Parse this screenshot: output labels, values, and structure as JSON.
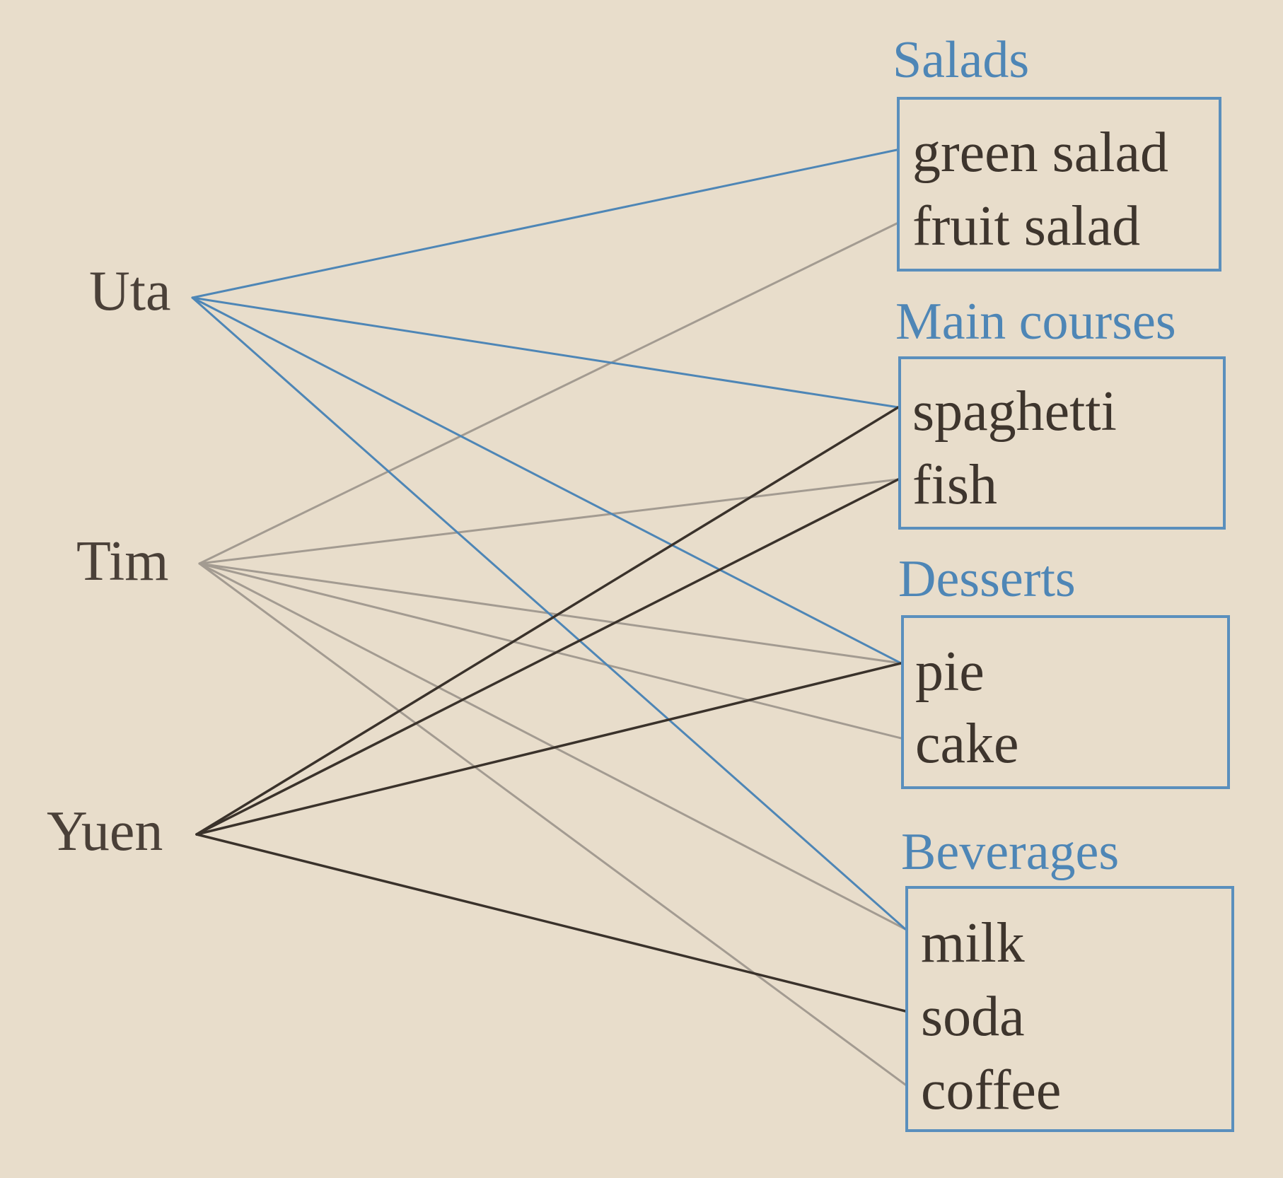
{
  "colors": {
    "background": "#e8ddcb",
    "uta_edges": "#4e86b6",
    "tim_edges": "#a39b91",
    "yuen_edges": "#3a322b",
    "category_text": "#4e86b6",
    "box_border": "#5a8fbd"
  },
  "people": [
    {
      "id": "uta",
      "label": "Uta"
    },
    {
      "id": "tim",
      "label": "Tim"
    },
    {
      "id": "yuen",
      "label": "Yuen"
    }
  ],
  "categories": [
    {
      "id": "salads",
      "title": "Salads",
      "items": [
        {
          "id": "green-salad",
          "label": "green salad"
        },
        {
          "id": "fruit-salad",
          "label": "fruit salad"
        }
      ]
    },
    {
      "id": "main-courses",
      "title": "Main courses",
      "items": [
        {
          "id": "spaghetti",
          "label": "spaghetti"
        },
        {
          "id": "fish",
          "label": "fish"
        }
      ]
    },
    {
      "id": "desserts",
      "title": "Desserts",
      "items": [
        {
          "id": "pie",
          "label": "pie"
        },
        {
          "id": "cake",
          "label": "cake"
        }
      ]
    },
    {
      "id": "beverages",
      "title": "Beverages",
      "items": [
        {
          "id": "milk",
          "label": "milk"
        },
        {
          "id": "soda",
          "label": "soda"
        },
        {
          "id": "coffee",
          "label": "coffee"
        }
      ]
    }
  ],
  "edges": [
    {
      "from": "uta",
      "to": "green-salad"
    },
    {
      "from": "uta",
      "to": "spaghetti"
    },
    {
      "from": "uta",
      "to": "pie"
    },
    {
      "from": "uta",
      "to": "milk"
    },
    {
      "from": "tim",
      "to": "fruit-salad"
    },
    {
      "from": "tim",
      "to": "fish"
    },
    {
      "from": "tim",
      "to": "pie"
    },
    {
      "from": "tim",
      "to": "cake"
    },
    {
      "from": "tim",
      "to": "milk"
    },
    {
      "from": "tim",
      "to": "coffee"
    },
    {
      "from": "yuen",
      "to": "spaghetti"
    },
    {
      "from": "yuen",
      "to": "fish"
    },
    {
      "from": "yuen",
      "to": "pie"
    },
    {
      "from": "yuen",
      "to": "soda"
    }
  ]
}
